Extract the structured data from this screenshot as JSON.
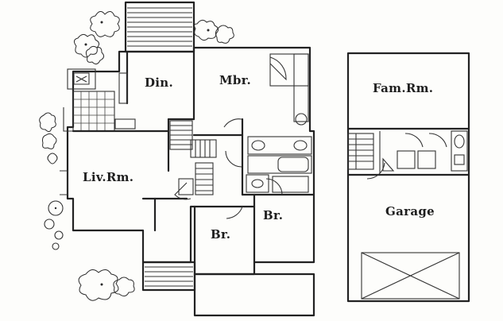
{
  "rooms": {
    "dining": "Din.",
    "master_bedroom": "Mbr.",
    "living_room": "Liv.Rm.",
    "bedroom_1": "Br.",
    "bedroom_2": "Br.",
    "family_room": "Fam.Rm.",
    "garage": "Garage"
  }
}
